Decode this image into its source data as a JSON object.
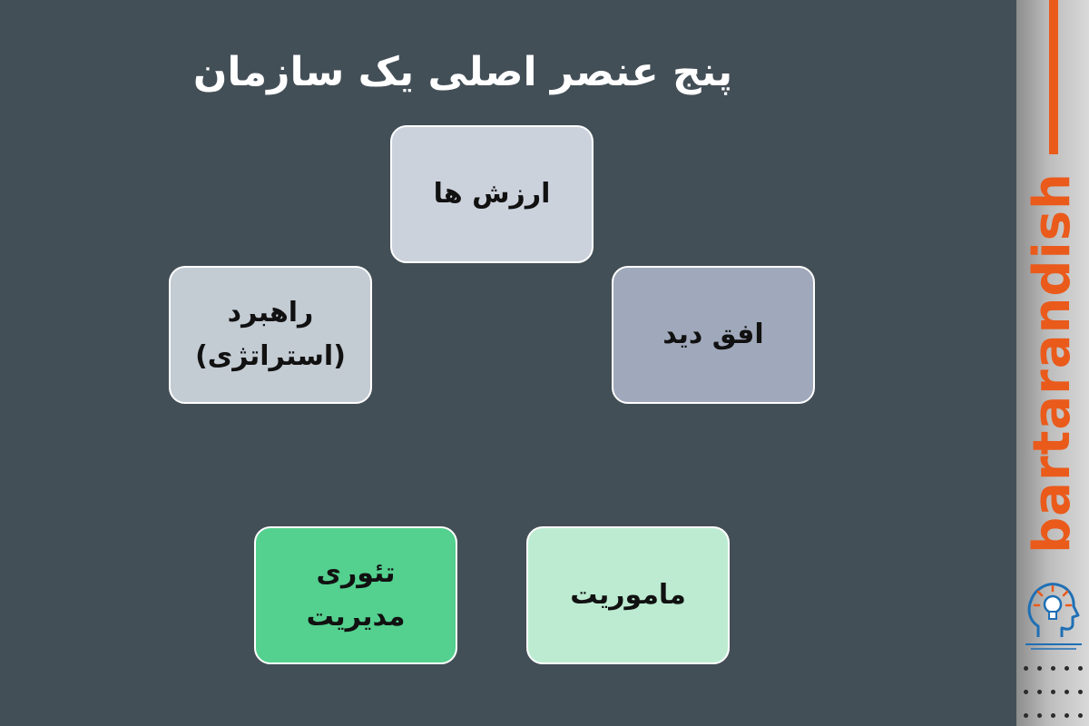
{
  "title": "پنج عنصر اصلی یک سازمان",
  "elements": {
    "values": {
      "lines": [
        "ارزش ها"
      ]
    },
    "strategy": {
      "lines": [
        "راهبرد",
        "(استراتژی)"
      ]
    },
    "vision": {
      "lines": [
        "افق دید"
      ]
    },
    "management_theory": {
      "lines": [
        "تئوری",
        "مدیریت"
      ]
    },
    "mission": {
      "lines": [
        "ماموریت"
      ]
    }
  },
  "sidebar": {
    "brand": "bartarandish",
    "logo_icon": "lightbulb-head-icon"
  },
  "colors": {
    "background": "#434f57",
    "brand_orange": "#ea5a1b",
    "values_box": "#ccd2dc",
    "strategy_box": "#c3cbd3",
    "vision_box": "#a0a9bb",
    "theory_box": "#54d08f",
    "mission_box": "#bcebd1"
  }
}
